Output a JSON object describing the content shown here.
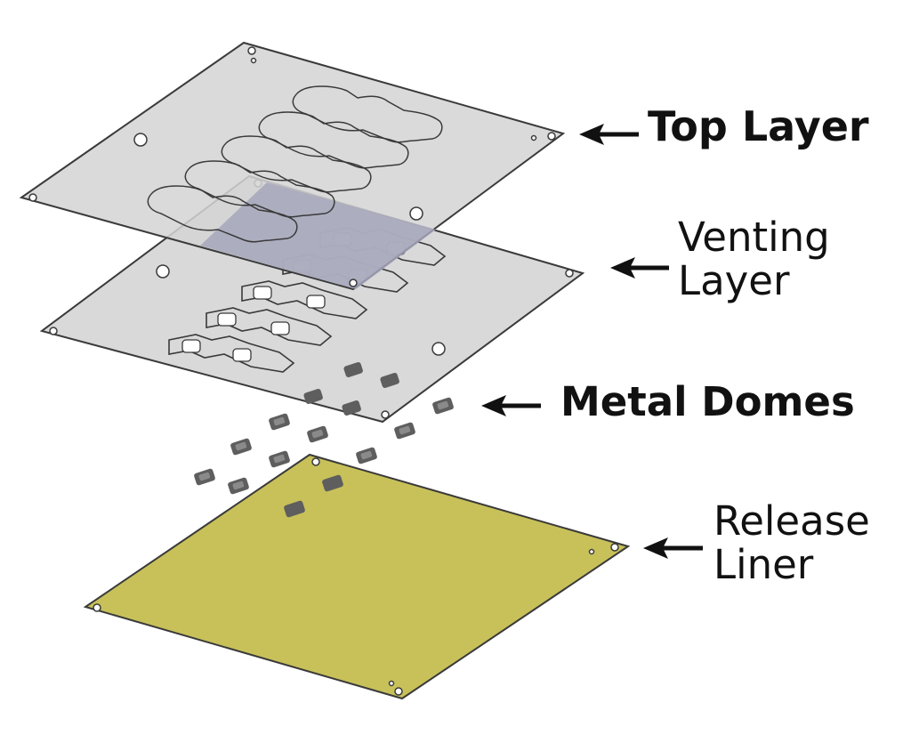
{
  "colors": {
    "top_layer_fill": "#d4d4d4",
    "venting_layer_fill": "#d9d9d9",
    "overlap_fill": "#a4a7bb",
    "release_liner_fill": "#c8c15a",
    "outline": "#3a3a3a",
    "dome_fill": "#5e5e5e",
    "arrow": "#111111"
  },
  "labels": {
    "top_layer": {
      "lines": [
        "Top Layer"
      ]
    },
    "venting_layer": {
      "lines": [
        "Venting",
        "Layer"
      ]
    },
    "metal_domes": {
      "lines": [
        "Metal Domes"
      ]
    },
    "release_liner": {
      "lines": [
        "Release",
        "Liner"
      ]
    }
  },
  "icons": {
    "arrow": "arrow-left-icon"
  }
}
